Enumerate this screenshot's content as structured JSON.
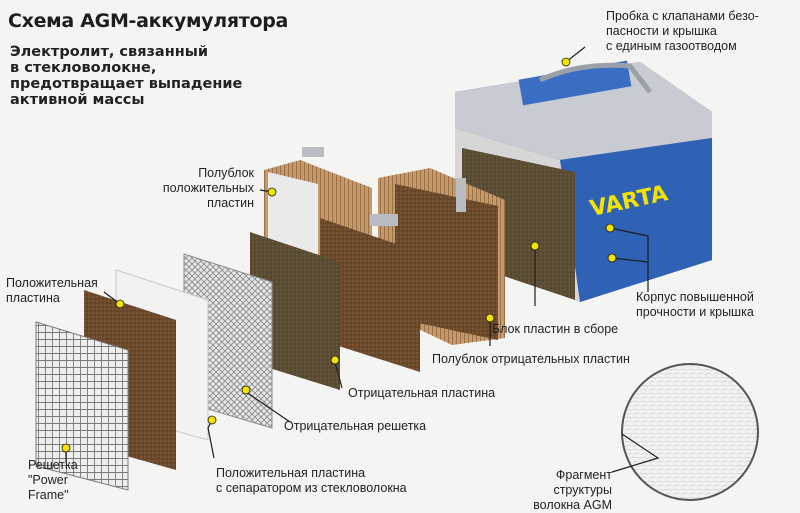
{
  "title": "Схема AGM-аккумулятора",
  "subtitle": [
    "Электролит, связанный",
    "в стекловолокне,",
    "предотвращает выпадение",
    "активной массы"
  ],
  "brand": {
    "name": "VARTA",
    "color": "#1a4f9c"
  },
  "labels": {
    "cap": [
      "Пробка с клапанами безо-",
      "пасности и крышка",
      "с единым газоотводом"
    ],
    "pos_halfblock": [
      "Полублок",
      "положительных",
      "пластин"
    ],
    "pos_plate": [
      "Положительная",
      "пластина"
    ],
    "case": [
      "Корпус повышенной",
      "прочности и крышка"
    ],
    "block_assembled": "Блок пластин в сборе",
    "neg_halfblock": "Полублок отрицательных пластин",
    "neg_plate": "Отрицательная пластина",
    "neg_grid": "Отрицательная решетка",
    "power_frame": [
      "Решетка",
      "\"Power",
      "Frame\""
    ],
    "pos_plate_sep": [
      "Положительная пластина",
      "с сепаратором из стекловолокна"
    ],
    "fiber": [
      "Фрагмент структуры",
      "волокна AGM"
    ]
  },
  "colors": {
    "accent": "#f4e200",
    "plate_brown": "#6b4a2c",
    "grid_gray": "#9a9a9a",
    "battery_blue": "#2a5aa8"
  }
}
